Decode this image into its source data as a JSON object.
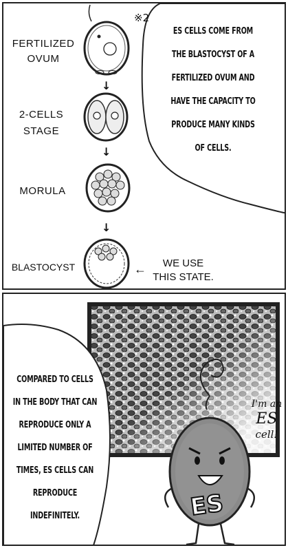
{
  "stages": [
    {
      "label_lines": [
        "FERTILIZED",
        "OVUM"
      ]
    },
    {
      "label_lines": [
        "2-CELLS",
        "STAGE"
      ]
    },
    {
      "label_lines": [
        "MORULA"
      ]
    },
    {
      "label_lines": [
        "BLASTOCYST"
      ]
    }
  ],
  "note_marker": "※2",
  "arrow_glyph": "↓",
  "callout": {
    "arrow": "←",
    "lines": [
      "WE USE",
      "THIS STATE."
    ]
  },
  "top_bubble_lines": [
    "ES CELLS COME FROM",
    "THE BLASTOCYST OF A",
    "FERTILIZED OVUM AND",
    "HAVE THE CAPACITY TO",
    "PRODUCE MANY KINDS",
    "OF CELLS."
  ],
  "bottom_bubble_lines": [
    "COMPARED TO CELLS",
    "IN THE BODY THAT CAN",
    "REPRODUCE ONLY A",
    "LIMITED NUMBER OF",
    "TIMES, ES CELLS CAN",
    "REPRODUCE",
    "INDEFINITELY."
  ],
  "character": {
    "speech_lines": [
      "I'm an",
      "ES",
      "cell!"
    ],
    "body_text": "ES"
  }
}
